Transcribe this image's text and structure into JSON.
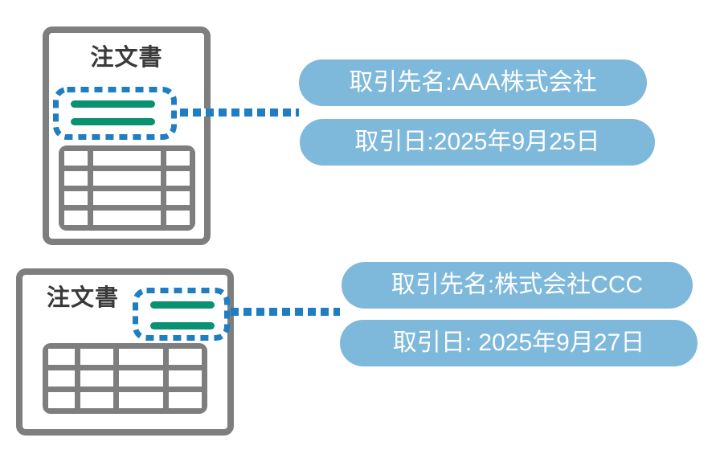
{
  "diagram": {
    "description_type": "order-form data extraction illustration",
    "documents": [
      {
        "title": "注文書",
        "labels": [
          {
            "text": "取引先名:AAA株式会社"
          },
          {
            "text": "取引日:2025年9月25日"
          }
        ]
      },
      {
        "title": "注文書",
        "labels": [
          {
            "text": "取引先名:株式会社CCC"
          },
          {
            "text": "取引日: 2025年9月27日"
          }
        ]
      }
    ],
    "colors": {
      "document_border_gray": "#7e7e7e",
      "title_text": "#3a3a3a",
      "highlight_green": "#099170",
      "dotted_blue": "#1f7ec2",
      "callout_pill_blue": "#7eb9dc",
      "callout_text": "#ffffff"
    }
  }
}
